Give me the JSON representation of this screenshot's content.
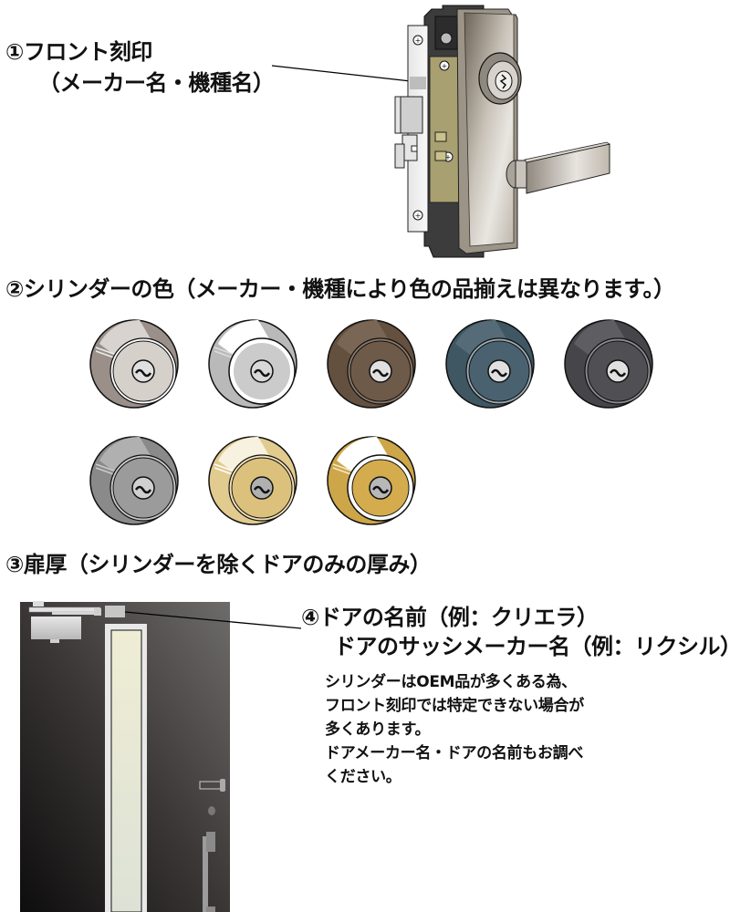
{
  "section1": {
    "title_line1": "①フロント刻印",
    "title_line2": "（メーカー名・機種名）"
  },
  "section2": {
    "title": "②シリンダーの色（メーカー・機種により色の品揃えは異なります。）",
    "cylinders": [
      {
        "name": "silver-gray",
        "outer": "#9a9089",
        "outer_hi": "#d8d3cf",
        "inner": "#d6d0cb",
        "ring": "#ffffff"
      },
      {
        "name": "silver",
        "outer": "#b9b9b9",
        "outer_hi": "#ffffff",
        "inner": "#cbcbcb",
        "ring": "#ffffff"
      },
      {
        "name": "brown",
        "outer": "#64503f",
        "outer_hi": "#7a6655",
        "inner": "#6e5a49",
        "ring": "#8a7868"
      },
      {
        "name": "blue-gray",
        "outer": "#3f5663",
        "outer_hi": "#556c78",
        "inner": "#4a6270",
        "ring": "#9aaab2"
      },
      {
        "name": "dark-gray",
        "outer": "#46454a",
        "outer_hi": "#5e5d62",
        "inner": "#504f54",
        "ring": "#8c8b90"
      },
      {
        "name": "gray",
        "outer": "#8a8a8a",
        "outer_hi": "#b0b0b0",
        "inner": "#9b9b9b",
        "ring": "#c8c8c8"
      },
      {
        "name": "champagne-gold",
        "outer": "#e2cb8f",
        "outer_hi": "#f7f1e0",
        "inner": "#dcc17d",
        "ring": "#f2e3b8"
      },
      {
        "name": "gold",
        "outer": "#cda649",
        "outer_hi": "#ffffff",
        "inner": "#d4ac4e",
        "ring": "#ffffff"
      }
    ]
  },
  "section3": {
    "title": "③扉厚（シリンダーを除くドアのみの厚み）"
  },
  "section4": {
    "title_line1": "④ドアの名前（例：クリエラ）",
    "title_line2": "ドアのサッシメーカー名（例：リクシル）",
    "note_lines": [
      "シリンダーはOEM品が多くある為、",
      "フロント刻印では特定できない場合が",
      "多くあります。",
      "ドアメーカー名・ドアの名前もお調べ",
      "ください。"
    ]
  }
}
